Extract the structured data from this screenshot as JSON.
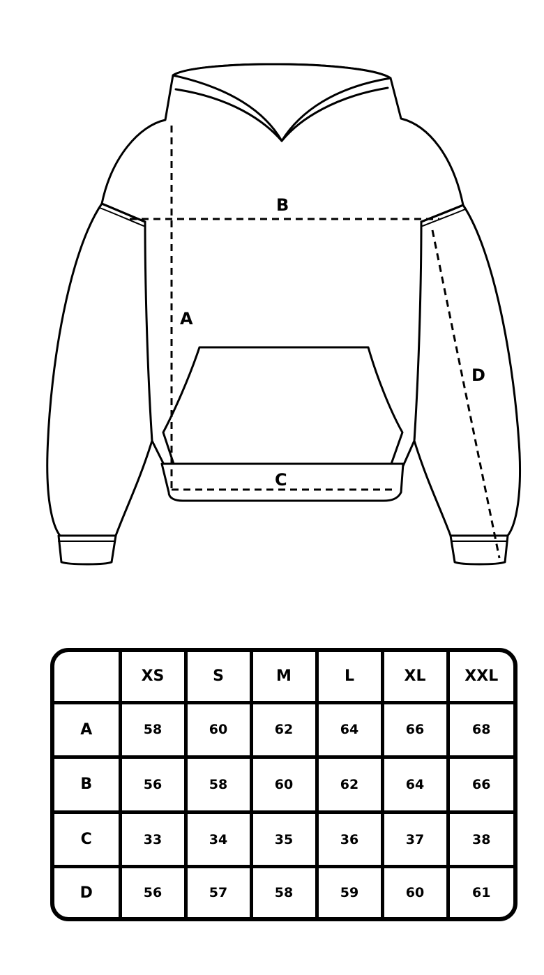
{
  "diagram": {
    "labels": {
      "a": "A",
      "b": "B",
      "c": "C",
      "d": "D"
    }
  },
  "table": {
    "corner": "",
    "sizes": [
      "XS",
      "S",
      "M",
      "L",
      "XL",
      "XXL"
    ],
    "rows": [
      {
        "label": "A",
        "values": [
          "58",
          "60",
          "62",
          "64",
          "66",
          "68"
        ]
      },
      {
        "label": "B",
        "values": [
          "56",
          "58",
          "60",
          "62",
          "64",
          "66"
        ]
      },
      {
        "label": "C",
        "values": [
          "33",
          "34",
          "35",
          "36",
          "37",
          "38"
        ]
      },
      {
        "label": "D",
        "values": [
          "56",
          "57",
          "58",
          "59",
          "60",
          "61"
        ]
      }
    ]
  }
}
